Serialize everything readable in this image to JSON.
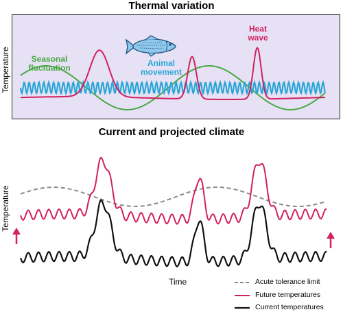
{
  "top_panel": {
    "title": "Thermal variation",
    "ylabel": "Temperature",
    "labels": {
      "seasonal": "Seasonal fluctuation",
      "animal": "Animal movement",
      "heat": "Heat wave"
    },
    "colors": {
      "seasonal": "#4aa844",
      "animal": "#2aa6d6",
      "heat": "#d21f5e"
    },
    "icon": "fish-icon"
  },
  "bottom_panel": {
    "title": "Current and projected climate",
    "ylabel": "Temperature",
    "xlabel": "Time",
    "colors": {
      "tolerance": "#888888",
      "future": "#d21f5e",
      "current": "#111111",
      "arrow": "#d21f5e"
    },
    "icons": [
      "up-arrow-icon",
      "up-arrow-icon"
    ]
  },
  "legend": [
    {
      "label": "Acute tolerance limit",
      "style": "dashed",
      "color": "#888888"
    },
    {
      "label": "Future temperatures",
      "style": "solid",
      "color": "#d21f5e"
    },
    {
      "label": "Current temperatures",
      "style": "solid",
      "color": "#111111"
    }
  ]
}
